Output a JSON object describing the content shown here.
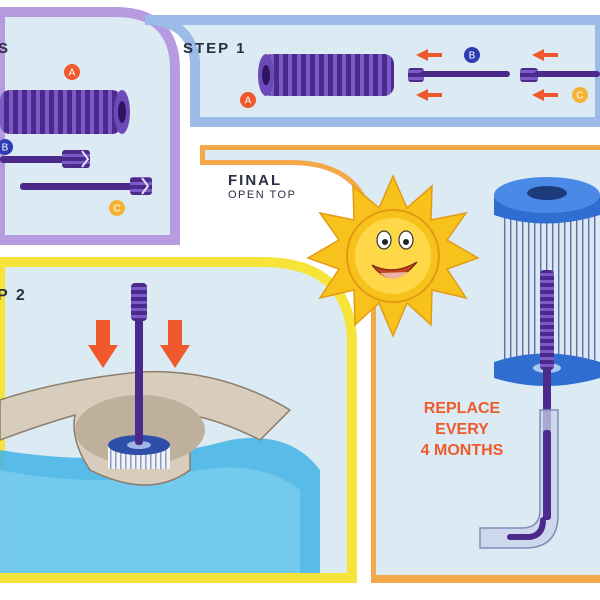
{
  "headings": {
    "parts": "S",
    "step1": "STEP 1",
    "step2": "P 2",
    "final": "FINAL",
    "final_sub": "OPEN TOP"
  },
  "part_labels": {
    "a": "A",
    "b": "B",
    "c": "C"
  },
  "replace_note": {
    "line1": "REPLACE",
    "line2": "EVERY",
    "line3": "4 MONTHS"
  },
  "colors": {
    "parts_panel_border": "#b79be0",
    "step1_panel_border": "#9dbbe8",
    "step2_panel_border": "#f7e43a",
    "final_panel_border": "#f5a84a",
    "panel_fill": "#dcebf3",
    "cartridge_purple": "#4b2a8c",
    "arrow_orange": "#f0592b",
    "label_a": "#f0592b",
    "label_b": "#2f3bb3",
    "label_c": "#f5b335",
    "sun": "#f7c21c"
  }
}
